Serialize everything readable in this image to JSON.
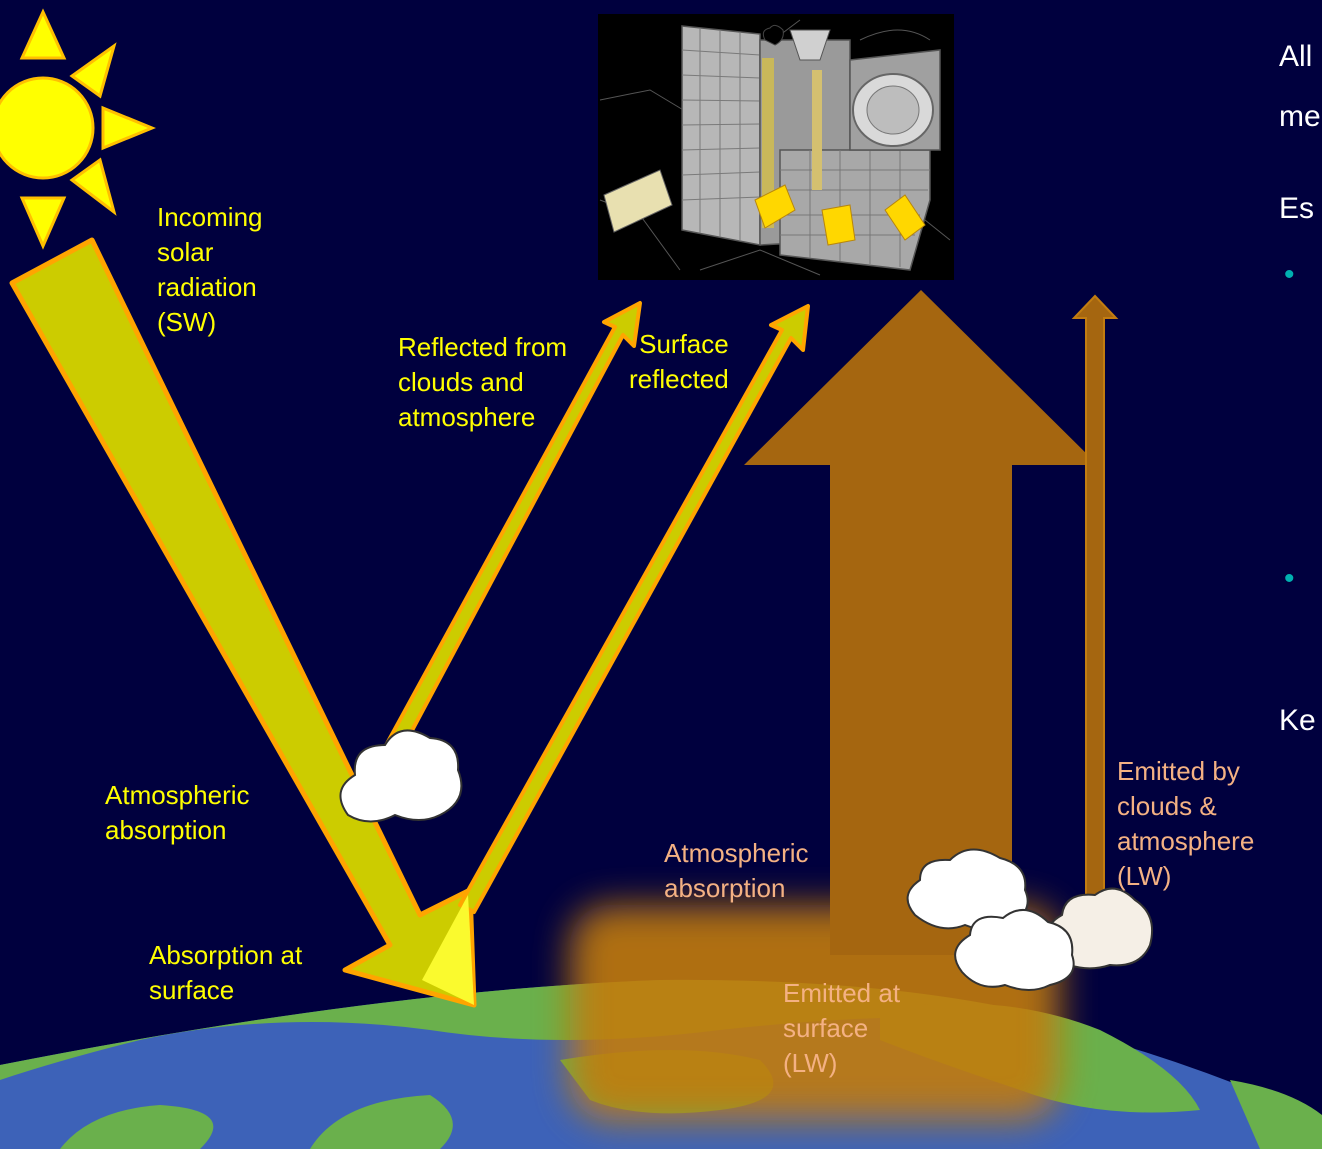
{
  "labels": {
    "incoming": "Incoming\nsolar\nradiation\n(SW)",
    "reflected_clouds": "Reflected from\nclouds and\natmosphere",
    "surface_reflected": "Surface\nreflected",
    "atm_absorption_sw": "Atmospheric\nabsorption",
    "absorption_surface": "Absorption at\nsurface",
    "atm_absorption_lw": "Atmospheric\nabsorption",
    "emitted_surface": "Emitted at\nsurface\n(LW)",
    "emitted_clouds": "Emitted by\nclouds &\natmosphere\n(LW)"
  },
  "slide_text": {
    "line1": "All",
    "line2": "me",
    "line3": "Es",
    "line4": "Ke"
  },
  "colors": {
    "background": "#00003e",
    "sw_arrow": "#cccc00",
    "sw_outline": "#ffa500",
    "lw_arrow": "#a56610",
    "sun": "#ffff00",
    "ocean": "#2b4fa8",
    "land": "#6ab04c",
    "label_sw": "#ffff00",
    "label_lw": "#f4b183"
  }
}
